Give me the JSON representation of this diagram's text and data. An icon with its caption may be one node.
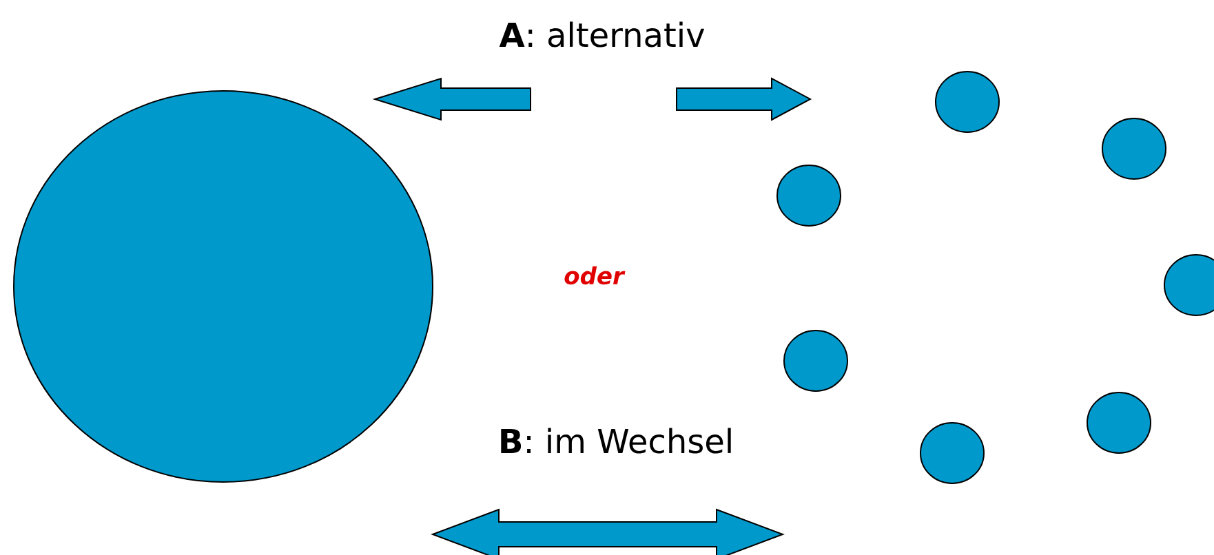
{
  "diagram": {
    "nodes": [
      {
        "text": [],
        "shape": "circle"
      },
      {
        "text": [],
        "shape": "circle"
      },
      {
        "text": [],
        "shape": "circle"
      },
      {
        "text": [],
        "shape": "circle"
      },
      {
        "text": [],
        "shape": "circle"
      },
      {
        "text": [],
        "shape": "circle"
      },
      {
        "text": [],
        "shape": "circle"
      },
      {
        "text": [],
        "shape": "circle"
      }
    ],
    "labels": [
      "**A**: alternativ",
      "oder",
      "**B**: im Wechsel"
    ]
  }
}
